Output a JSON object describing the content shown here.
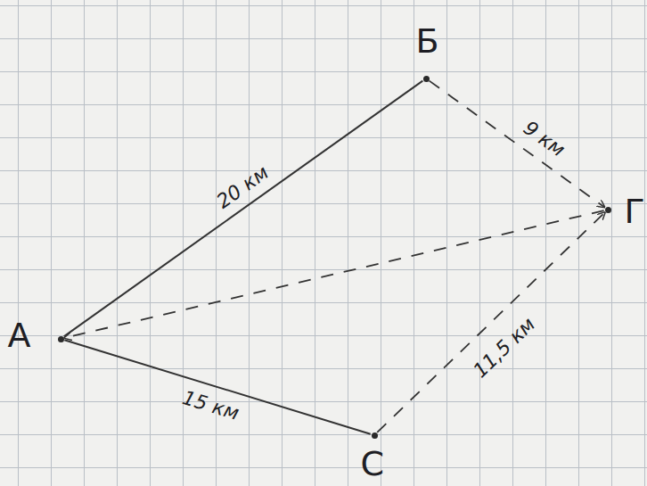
{
  "diagram": {
    "nodes": [
      {
        "text": [
          "Б"
        ]
      },
      {
        "text": [
          "Г"
        ]
      },
      {
        "text": [
          "A"
        ]
      },
      {
        "text": [
          "C"
        ]
      }
    ],
    "edges": [
      {
        "from": 2,
        "to": 0,
        "arrow": "none",
        "label": "20 км"
      },
      {
        "from": 2,
        "to": 3,
        "arrow": "none",
        "label": "15 км"
      },
      {
        "from": 0,
        "to": 1,
        "arrow": "to",
        "label": "9 км"
      },
      {
        "from": 3,
        "to": 1,
        "arrow": "to",
        "label": "11,5 км"
      },
      {
        "from": 1,
        "to": 2,
        "arrow": "to"
      }
    ]
  }
}
